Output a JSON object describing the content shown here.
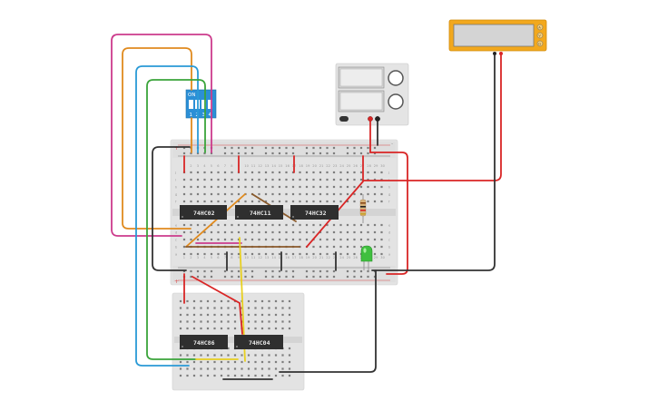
{
  "chips": {
    "u1": "74HC02",
    "u2": "74HC11",
    "u3": "74HC32",
    "u4": "74HC86",
    "u5": "74HC04"
  },
  "dip_switch": {
    "on_label": "ON",
    "numbers": [
      "1",
      "2",
      "3",
      "4"
    ]
  },
  "breadboard_main": {
    "column_numbers": [
      "1",
      "2",
      "3",
      "4",
      "5",
      "6",
      "7",
      "8",
      "9",
      "10",
      "11",
      "12",
      "13",
      "14",
      "15",
      "16",
      "17",
      "18",
      "19",
      "20",
      "21",
      "22",
      "23",
      "24",
      "25",
      "26",
      "27",
      "28",
      "29",
      "30"
    ],
    "row_letters_top": [
      "j",
      "i",
      "h",
      "g",
      "f"
    ],
    "row_letters_bottom": [
      "e",
      "d",
      "c",
      "b",
      "a"
    ],
    "rail_plus": "+",
    "rail_minus": "-"
  },
  "multimeter": {
    "display": "",
    "dial_labels": [
      "A",
      "V",
      "Ω"
    ]
  },
  "colors": {
    "wire_red": "#d92626",
    "wire_black": "#333333",
    "wire_magenta": "#cc3b8c",
    "wire_orange": "#e08a1e",
    "wire_blue": "#2a9ad6",
    "wire_green": "#3aa43a",
    "wire_yellow": "#e8d020",
    "wire_brown": "#8a5a2b",
    "led_green": "#3fbf3f",
    "dip_blue": "#2b8fd6",
    "multimeter_yellow": "#f2a81d",
    "breadboard": "#e4e4e4"
  }
}
